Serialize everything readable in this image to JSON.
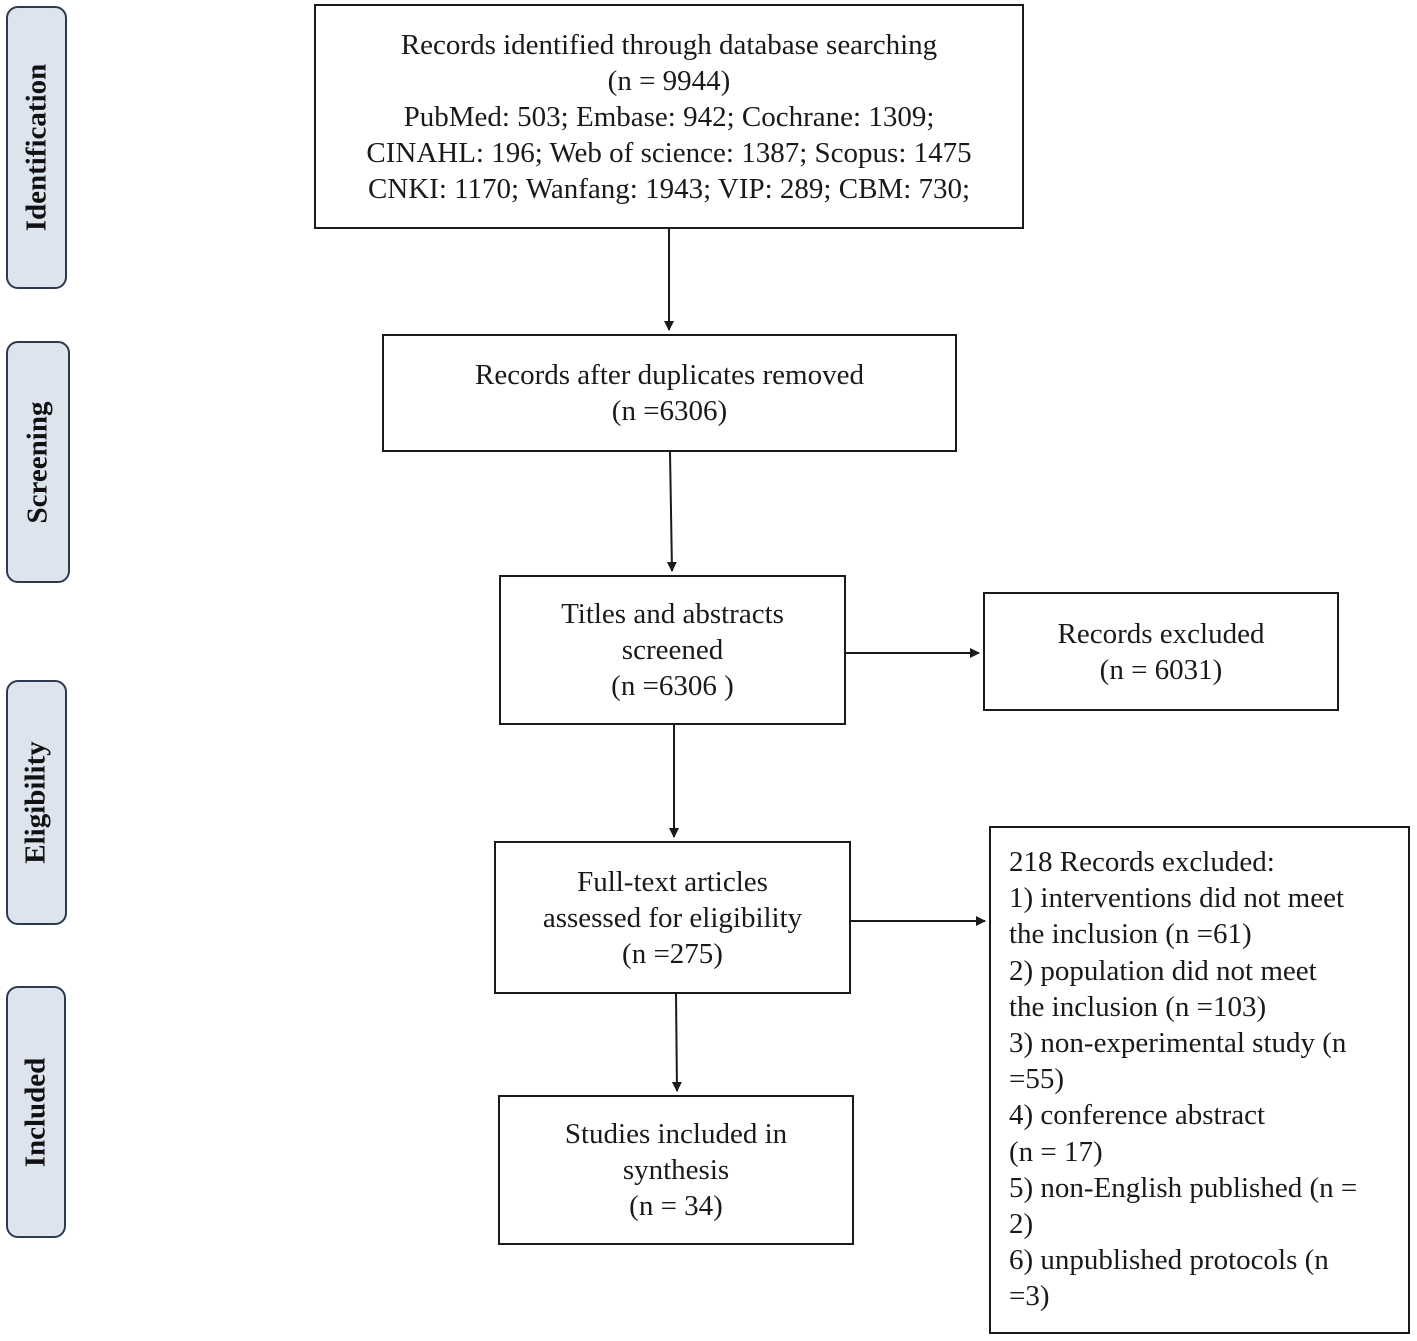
{
  "phases": {
    "identification": "Identification",
    "screening": "Screening",
    "eligibility": "Eligibility",
    "included": "Included"
  },
  "boxes": {
    "identified": {
      "lines": [
        "Records identified through database searching",
        "(n = 9944)",
        "PubMed: 503; Embase: 942; Cochrane: 1309;",
        "CINAHL: 196; Web of science: 1387; Scopus: 1475",
        "CNKI: 1170; Wanfang: 1943; VIP: 289; CBM: 730;"
      ]
    },
    "after_duplicates": {
      "lines": [
        "Records after duplicates removed",
        "(n =6306)"
      ]
    },
    "titles_screened": {
      "lines": [
        "Titles and abstracts",
        "screened",
        "(n =6306 )"
      ]
    },
    "records_excluded": {
      "lines": [
        "Records excluded",
        "(n = 6031)"
      ]
    },
    "full_text": {
      "lines": [
        "Full-text articles",
        "assessed for eligibility",
        "(n =275)"
      ]
    },
    "included_studies": {
      "lines": [
        "Studies included in",
        "synthesis",
        "(n = 34)"
      ]
    },
    "fulltext_excluded": {
      "lines": [
        "218 Records excluded:",
        "1) interventions did not meet",
        "the inclusion (n =61)",
        "2) population did not meet",
        "the inclusion (n =103)",
        "3) non-experimental study (n",
        "=55)",
        "4) conference abstract",
        "(n = 17)",
        "5) non-English published (n =",
        "2)",
        "6) unpublished protocols (n",
        "=3)"
      ]
    }
  },
  "colors": {
    "phase_fill": "#dde4ee",
    "phase_border": "#2b3a4e",
    "line": "#1a1a1a"
  }
}
